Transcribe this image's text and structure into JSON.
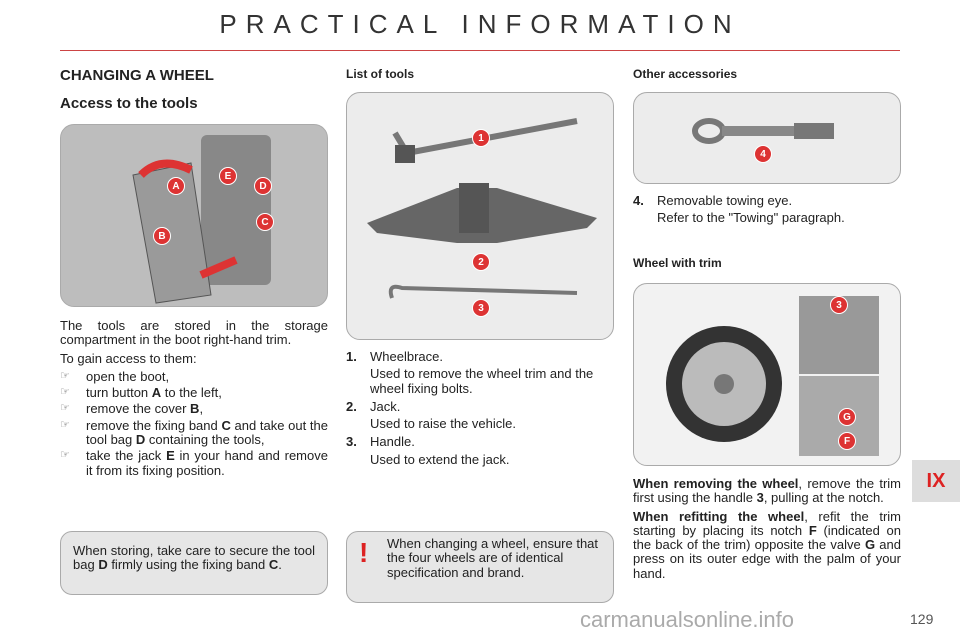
{
  "header": {
    "title": "PRACTICAL INFORMATION"
  },
  "left": {
    "heading": "CHANGING A WHEEL",
    "subheading": "Access to the tools",
    "callouts": [
      "A",
      "B",
      "C",
      "D",
      "E"
    ],
    "intro": "The tools are stored in the storage compartment in the boot right-hand trim.",
    "access_lead": "To gain access to them:",
    "steps": [
      {
        "pre": "open the boot,",
        "bold": "",
        "post": ""
      },
      {
        "pre": "turn button ",
        "bold": "A",
        "post": " to the left,"
      },
      {
        "pre": "remove the cover ",
        "bold": "B",
        "post": ","
      },
      {
        "pre": "remove the fixing band ",
        "bold": "C",
        "post": " and take out the tool bag "
      },
      {
        "pre": "take the jack ",
        "bold": "E",
        "post": " in your hand and remove it from its fixing position."
      }
    ],
    "step4_bold2": "D",
    "step4_tail": " containing the tools,",
    "note": {
      "pre": "When storing, take care to secure the tool bag ",
      "bold1": "D",
      "mid": " firmly using the fixing band ",
      "bold2": "C",
      "post": "."
    }
  },
  "middle": {
    "heading": "List of tools",
    "callouts": [
      "1",
      "2",
      "3"
    ],
    "items": [
      {
        "num": "1.",
        "name": "Wheelbrace.",
        "desc": "Used to remove the wheel trim and the wheel fixing bolts."
      },
      {
        "num": "2.",
        "name": "Jack.",
        "desc": "Used to raise the vehicle."
      },
      {
        "num": "3.",
        "name": "Handle.",
        "desc": "Used to extend the jack."
      }
    ],
    "warning": "When changing a wheel, ensure that the four wheels are of identical specification and brand.",
    "warning_icon": "!"
  },
  "right": {
    "heading": "Other accessories",
    "callout": "4",
    "item": {
      "num": "4.",
      "name": "Removable towing eye.",
      "desc": "Refer to the \"Towing\" paragraph."
    },
    "trim_heading": "Wheel with trim",
    "trim_callouts": [
      "3",
      "G",
      "F"
    ],
    "removing": {
      "bold": "When removing the wheel",
      "pre": ", remove the trim first using the handle ",
      "bold2": "3",
      "post": ", pulling at the notch."
    },
    "refitting": {
      "bold": "When refitting the wheel",
      "pre": ", refit the trim starting by placing its notch ",
      "b1": "F",
      "mid": " (indicated on the back of the trim) opposite the valve ",
      "b2": "G",
      "post": " and press on its outer edge with the palm of your hand."
    }
  },
  "chapter_tab": "IX",
  "page_number": "129",
  "watermark": "carmanualsonline.info"
}
